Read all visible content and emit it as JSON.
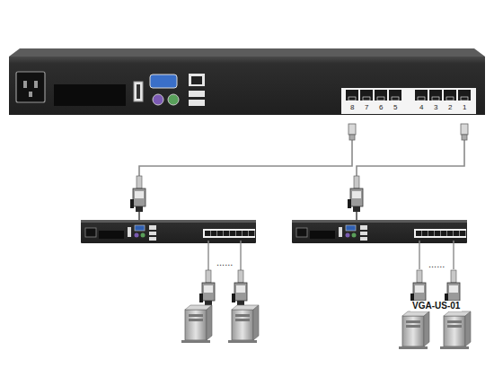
{
  "diagram": {
    "labels": [
      "8",
      "7",
      "6",
      "5",
      "4",
      "3",
      "2",
      "1",
      "......",
      "......",
      "VGA-US-01"
    ]
  }
}
